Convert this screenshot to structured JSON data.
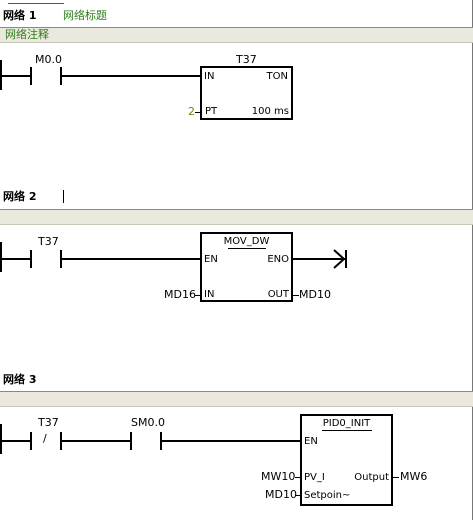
{
  "colors": {
    "comment_bg": "#ebe9dd",
    "title_green": "#2e7d1b",
    "param_olive": "#8a7a00",
    "line": "#000000"
  },
  "network1": {
    "label": "网络 1",
    "title": "网络标题",
    "comment": "网络注释",
    "contact_label": "M0.0",
    "block": {
      "name": "T37",
      "in_label": "IN",
      "type": "TON",
      "pt_label": "PT",
      "pt_value": "2",
      "resolution": "100 ms"
    }
  },
  "network2": {
    "label": "网络 2",
    "contact_label": "T37",
    "block": {
      "name": "MOV_DW",
      "en_label": "EN",
      "eno_label": "ENO",
      "in_label": "IN",
      "out_label": "OUT",
      "in_operand": "MD16",
      "out_operand": "MD10"
    }
  },
  "network3": {
    "label": "网络 3",
    "contact1_label": "T37",
    "contact1_symbol": "/",
    "contact2_label": "SM0.0",
    "block": {
      "name": "PID0_INIT",
      "en_label": "EN",
      "pv_label": "PV_I",
      "setpoint_label": "Setpoin~",
      "output_label": "Output",
      "pv_operand": "MW10",
      "setpoint_operand": "MD10",
      "output_operand": "MW6"
    }
  }
}
